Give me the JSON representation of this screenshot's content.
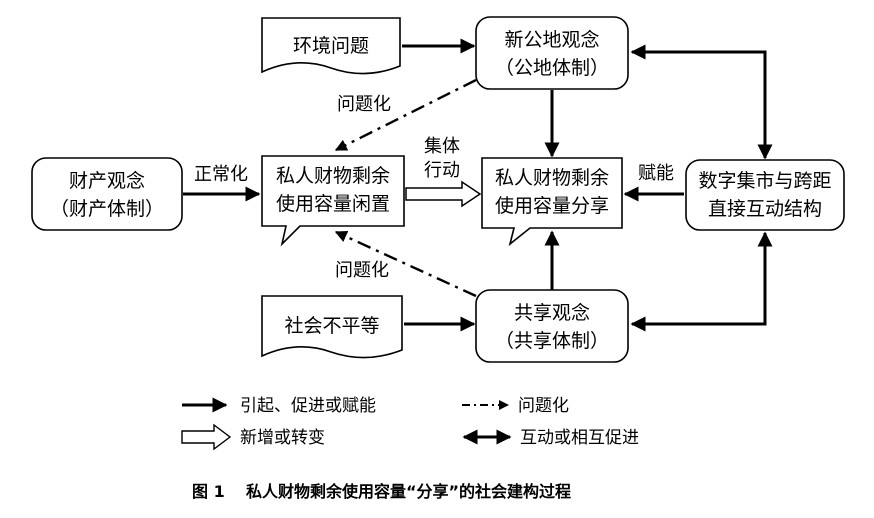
{
  "nodes": {
    "environment": "环境问题",
    "commons_line1": "新公地观念",
    "commons_line2": "（公地体制）",
    "property_line1": "财产观念",
    "property_line2": "（财产体制）",
    "idle_line1": "私人财物剩余",
    "idle_line2": "使用容量闲置",
    "sharing_line1": "私人财物剩余",
    "sharing_line2": "使用容量分享",
    "digital_line1": "数字集市与跨距",
    "digital_line2": "直接互动结构",
    "inequality": "社会不平等",
    "share_concept_line1": "共享观念",
    "share_concept_line2": "（共享体制）"
  },
  "edges": {
    "problematize_top": "问题化",
    "problematize_bottom": "问题化",
    "normalize": "正常化",
    "collective_line1": "集体",
    "collective_line2": "行动",
    "empower": "赋能"
  },
  "legend": {
    "cause": "引起、促进或赋能",
    "problematize": "问题化",
    "transform": "新增或转变",
    "interact": "互动或相互促进"
  },
  "caption": {
    "figure_no": "图 1",
    "title": "私人财物剩余使用容量“分享”的社会建构过程"
  }
}
